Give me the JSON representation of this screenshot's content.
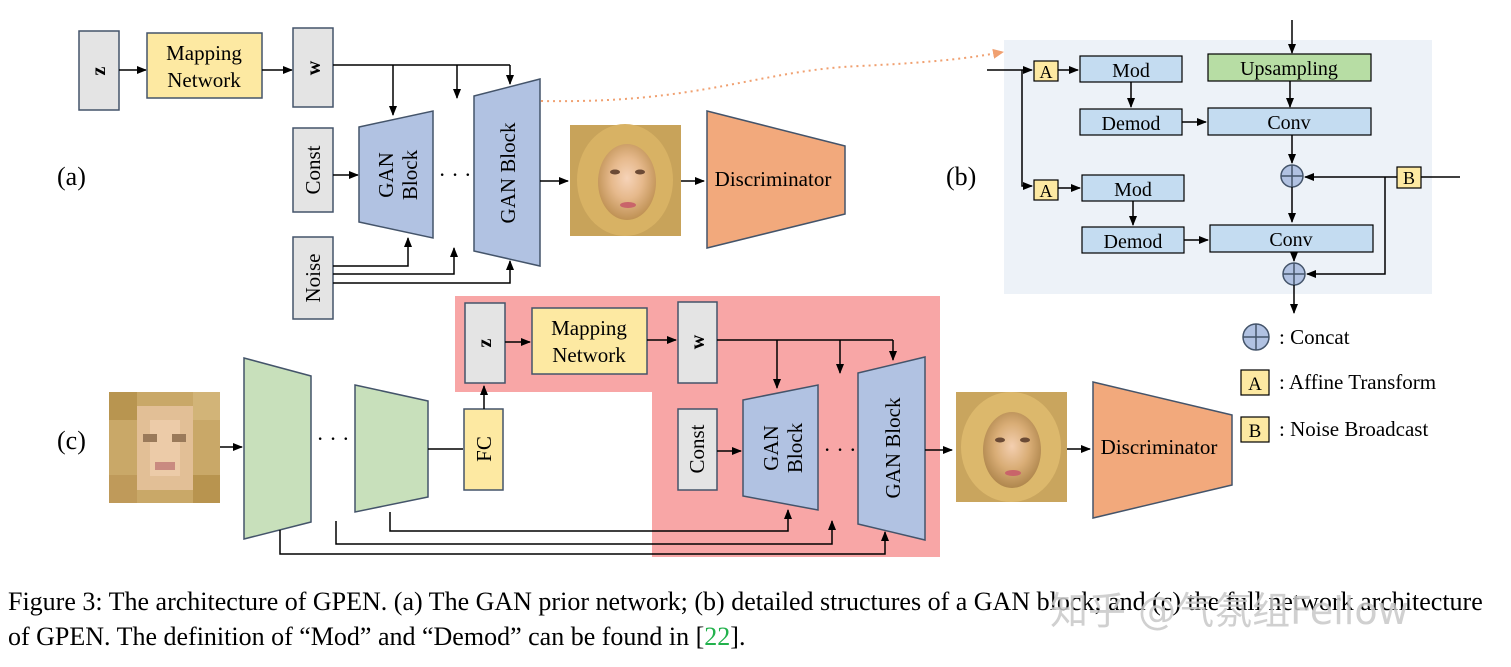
{
  "panel_labels": {
    "a": "(a)",
    "b": "(b)",
    "c": "(c)"
  },
  "labels": {
    "z": "z",
    "w": "w",
    "mapping_line1": "Mapping",
    "mapping_line2": "Network",
    "const": "Const",
    "noise": "Noise",
    "gan_block_line1": "GAN",
    "gan_block_line2": "Block",
    "gan_block": "GAN Block",
    "ellipsis": "· · ·",
    "discriminator": "Discriminator",
    "fc": "FC",
    "mod": "Mod",
    "demod": "Demod",
    "upsampling": "Upsampling",
    "conv": "Conv",
    "a": "A",
    "b": "B"
  },
  "legend": {
    "concat": ": Concat",
    "affine": ": Affine Transform",
    "noise_broadcast": ": Noise Broadcast"
  },
  "caption": {
    "text": "Figure 3: The architecture of GPEN. (a) The GAN prior network; (b) detailed structures of a GAN block; and (c) the full network architecture of GPEN. The definition of “Mod” and “Demod” can be found in [",
    "cite": "22",
    "end": "]."
  },
  "watermark": "知乎 @气氛组Fellow",
  "colors": {
    "gray": "#e4e4e4",
    "yellow": "#fde9a2",
    "blue": "#b1c2e2",
    "light_blue": "#c4dcf1",
    "green_box": "#b7dda4",
    "green_trap": "#c8e0bb",
    "orange": "#f2a97c",
    "red_region": "#f8a6a6",
    "panel_b_bg": "#edf2f8",
    "cite": "#22b14c"
  }
}
